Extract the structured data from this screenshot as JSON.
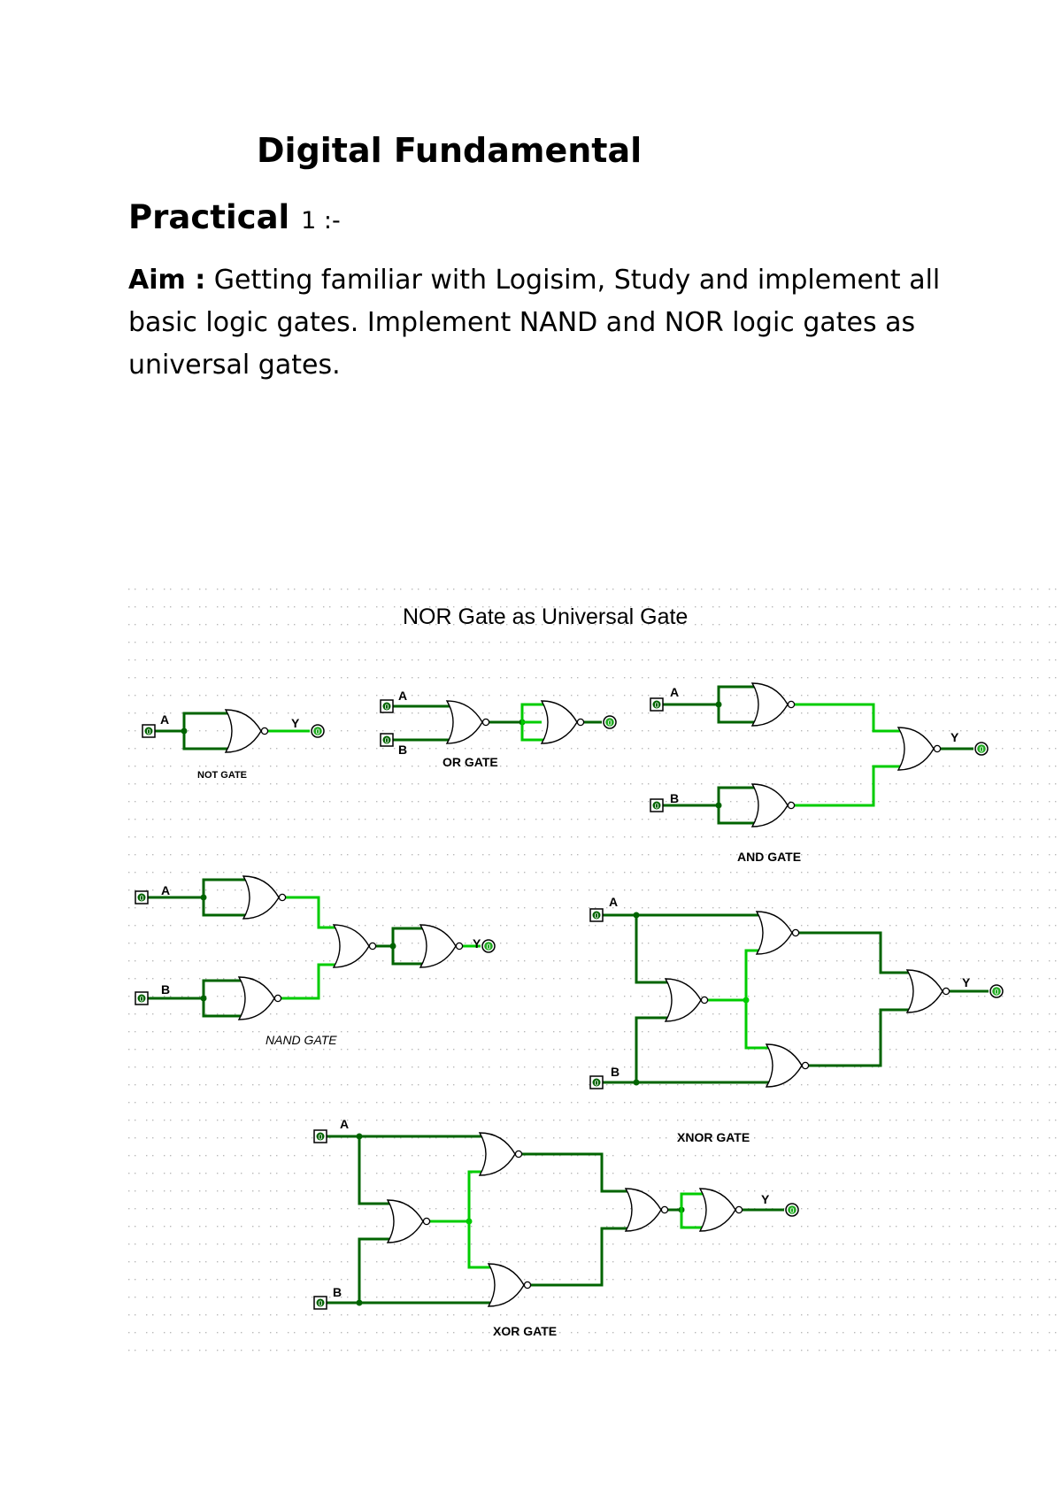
{
  "document": {
    "title": "Digital Fundamental",
    "practical_label": "Practical",
    "practical_number": "1 :-",
    "aim_label": "Aim :",
    "aim_text": "Getting familiar with Logisim, Study and implement all basic logic gates. Implement NAND and NOR logic gates as universal gates."
  },
  "circuit": {
    "heading": "NOR Gate as Universal Gate",
    "gate_labels": {
      "not": "NOT GATE",
      "or": "OR GATE",
      "and": "AND GATE",
      "nand": "NAND GATE",
      "xnor": "XNOR GATE",
      "xor": "XOR GATE"
    },
    "pin_labels": {
      "a": "A",
      "b": "B",
      "y": "Y"
    },
    "pin_value": "0",
    "colors": {
      "wire_low": "#006400",
      "wire_high": "#00cc00",
      "grid_dot": "#b8b8b8"
    }
  }
}
